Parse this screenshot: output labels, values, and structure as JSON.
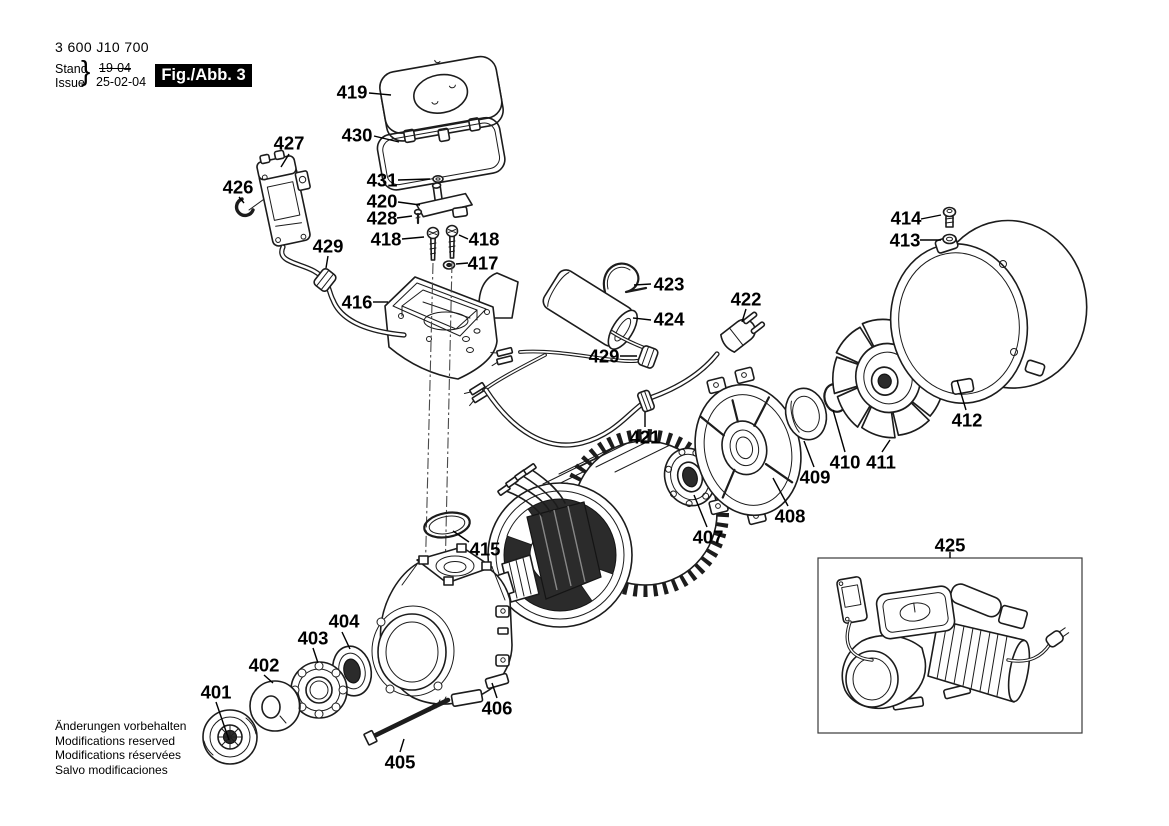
{
  "header": {
    "part_number": "3 600 J10 700",
    "stand_label": "Stand",
    "issue_label": "Issue",
    "brace": "}",
    "superseded_date": "19-04",
    "issue_date": "25-02-04",
    "figure_label": "Fig./Abb. 3"
  },
  "footer": {
    "notices": [
      "Änderungen vorbehalten",
      "Modifications reserved",
      "Modifications réservées",
      "Salvo modificaciones"
    ]
  },
  "callouts": [
    "401",
    "402",
    "403",
    "404",
    "405",
    "406",
    "407",
    "408",
    "409",
    "410",
    "411",
    "412",
    "413",
    "414",
    "415",
    "416",
    "417",
    "418",
    "418",
    "419",
    "420",
    "421",
    "422",
    "423",
    "424",
    "425",
    "426",
    "427",
    "428",
    "429",
    "429",
    "430",
    "431"
  ],
  "colors": {
    "ink": "#1c1c1c",
    "background": "#ffffff",
    "badge_background": "#000000",
    "badge_text": "#ffffff"
  }
}
